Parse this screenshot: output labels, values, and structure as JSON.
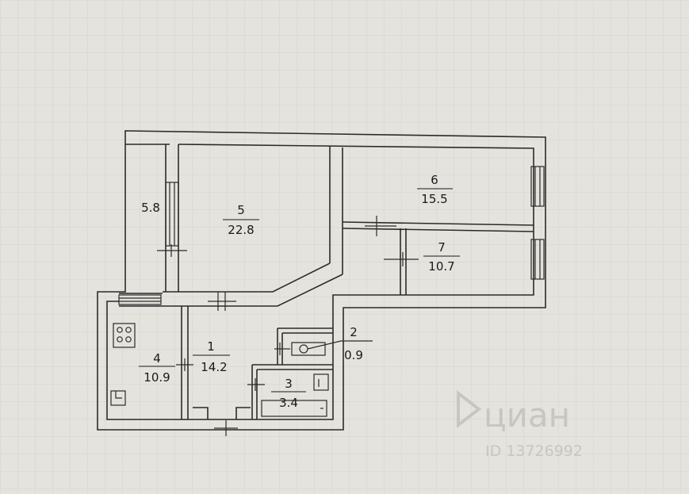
{
  "colors": {
    "paper": "#e4e3dd",
    "ink": "#2b2b2b",
    "grid": "#d3d3cd",
    "watermark": "#c7c6c0"
  },
  "rooms": [
    {
      "id": "1",
      "number": "1",
      "area": "14.2"
    },
    {
      "id": "2",
      "number": "2",
      "area": "0.9"
    },
    {
      "id": "3",
      "number": "3",
      "area": "3.4"
    },
    {
      "id": "4",
      "number": "4",
      "area": "10.9"
    },
    {
      "id": "5",
      "number": "5",
      "area": "22.8"
    },
    {
      "id": "6",
      "number": "6",
      "area": "15.5"
    },
    {
      "id": "7",
      "number": "7",
      "area": "10.7"
    },
    {
      "id": "balcony",
      "area": "5.8"
    }
  ],
  "watermark": {
    "brand": "циан",
    "id_text": "ID 13726992"
  }
}
